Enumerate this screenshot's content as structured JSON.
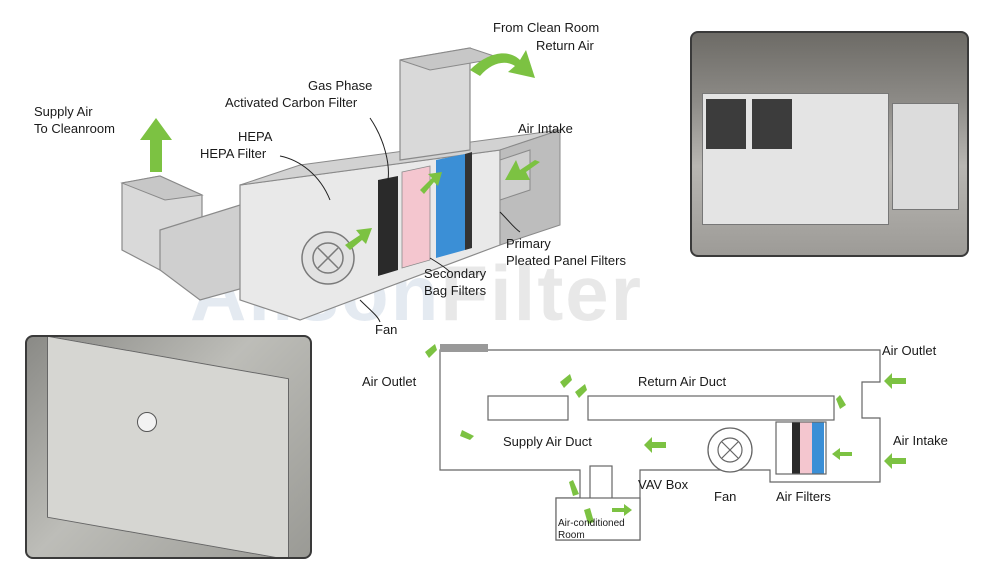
{
  "watermark": {
    "part1": "Alison",
    "part2": "Filter"
  },
  "top_diagram": {
    "supply_air_line1": "Supply Air",
    "supply_air_line2": "To Cleanroom",
    "hepa_line1": "HEPA",
    "hepa_line2": "HEPA Filter",
    "gas_phase_line1": "Gas Phase",
    "gas_phase_line2": "Activated Carbon Filter",
    "return_air_line1": "From Clean Room",
    "return_air_line2": "Return Air",
    "air_intake": "Air Intake",
    "primary_line1": "Primary",
    "primary_line2": "Pleated Panel Filters",
    "secondary_line1": "Secondary",
    "secondary_line2": "Bag Filters",
    "fan": "Fan"
  },
  "bottom_diagram": {
    "air_outlet_left": "Air Outlet",
    "return_air_duct": "Return Air Duct",
    "air_outlet_right": "Air Outlet",
    "supply_air_duct": "Supply Air Duct",
    "air_intake": "Air Intake",
    "vav_box": "VAV Box",
    "fan": "Fan",
    "air_filters": "Air Filters",
    "room_line1": "Air-conditioned",
    "room_line2": "Room"
  },
  "colors": {
    "arrow_green": "#7cc242",
    "duct_gray": "#d7d7d7",
    "filter_pink": "#f4c6cf",
    "filter_blue": "#3b8fd6",
    "filter_black": "#2a2a2a"
  }
}
